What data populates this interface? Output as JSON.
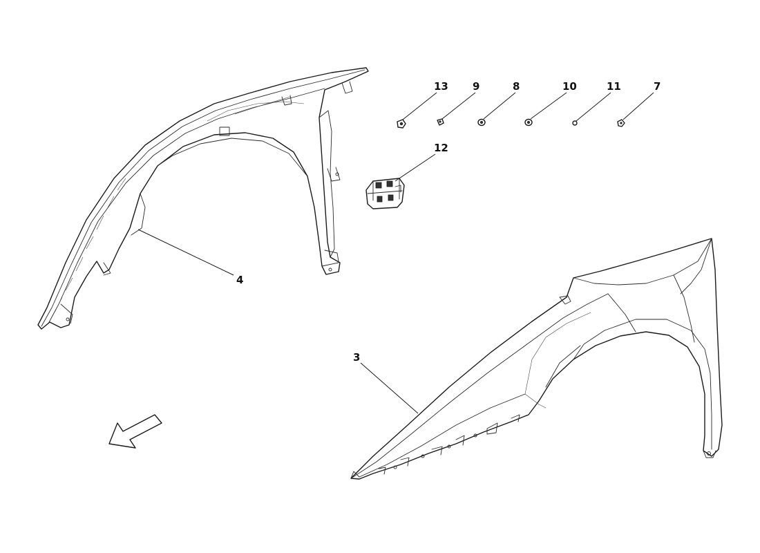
{
  "callouts": {
    "c13": "13",
    "c9": "9",
    "c8": "8",
    "c10": "10",
    "c11": "11",
    "c7": "7",
    "c12": "12",
    "c4": "4",
    "c3": "3"
  }
}
